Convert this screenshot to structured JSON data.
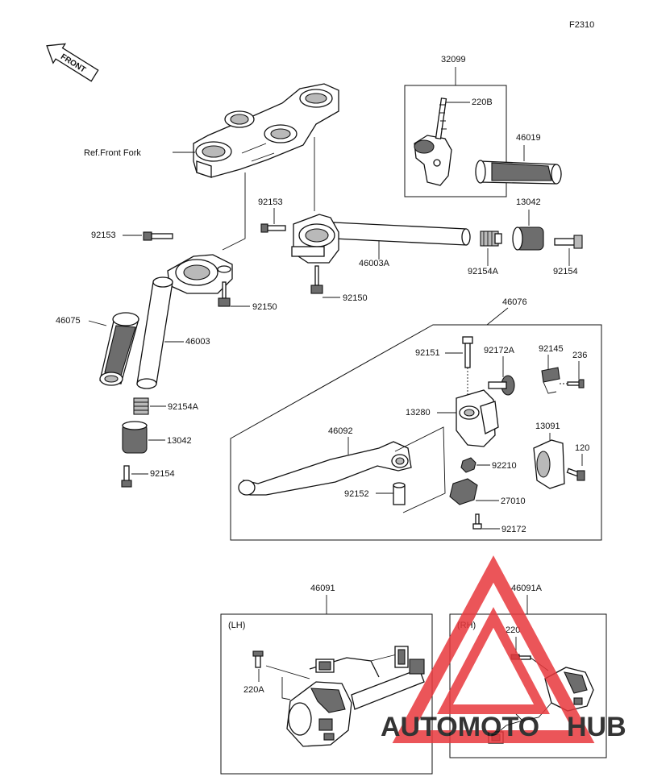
{
  "figure_code": "F2310",
  "front_label": "FRONT",
  "ref_label": "Ref.Front Fork",
  "boxes": {
    "lh": "(LH)",
    "rh": "(RH)"
  },
  "parts": {
    "p32099": "32099",
    "p220B": "220B",
    "p46019": "46019",
    "p13042_r": "13042",
    "p92153_r": "92153",
    "p92153_l": "92153",
    "p46003A": "46003A",
    "p92154A_r": "92154A",
    "p92154_r": "92154",
    "p92150_l": "92150",
    "p92150_r": "92150",
    "p46075": "46075",
    "p46003": "46003",
    "p92154A_l": "92154A",
    "p13042_l": "13042",
    "p92154_l": "92154",
    "p46076": "46076",
    "p92151": "92151",
    "p92172A": "92172A",
    "p92145": "92145",
    "p236": "236",
    "p13280": "13280",
    "p46092": "46092",
    "p13091": "13091",
    "p120": "120",
    "p92210": "92210",
    "p92152": "92152",
    "p27010": "27010",
    "p92172": "92172",
    "p46091": "46091",
    "p46091A": "46091A",
    "p220A": "220A",
    "p220": "220"
  },
  "watermark": {
    "text_a": "AUTOMOTO",
    "text_b": "HUB",
    "color_a": "#f5a623",
    "color_b": "#555555",
    "triangle_color": "#e8383d"
  }
}
